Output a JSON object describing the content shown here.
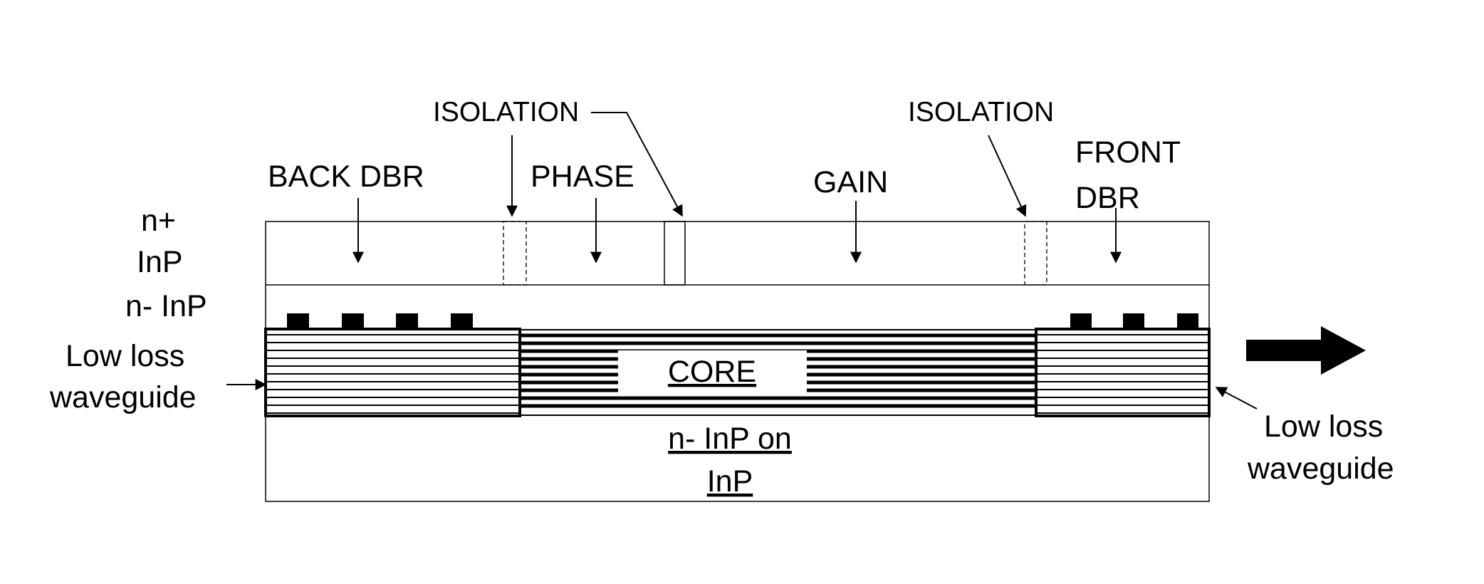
{
  "labels": {
    "isolation_left": "ISOLATION",
    "isolation_right": "ISOLATION",
    "back_dbr": "BACK DBR",
    "phase": "PHASE",
    "gain": "GAIN",
    "front_dbr_line1": "FRONT",
    "front_dbr_line2": "DBR",
    "n_plus_line1": "n+",
    "n_plus_line2": "InP",
    "n_minus_inp": "n- InP",
    "low_loss_left_line1": "Low loss",
    "low_loss_left_line2": "waveguide",
    "low_loss_right_line1": "Low loss",
    "low_loss_right_line2": "waveguide",
    "core": "CORE",
    "substrate_line1": "n- InP on",
    "substrate_line2": "InP"
  }
}
